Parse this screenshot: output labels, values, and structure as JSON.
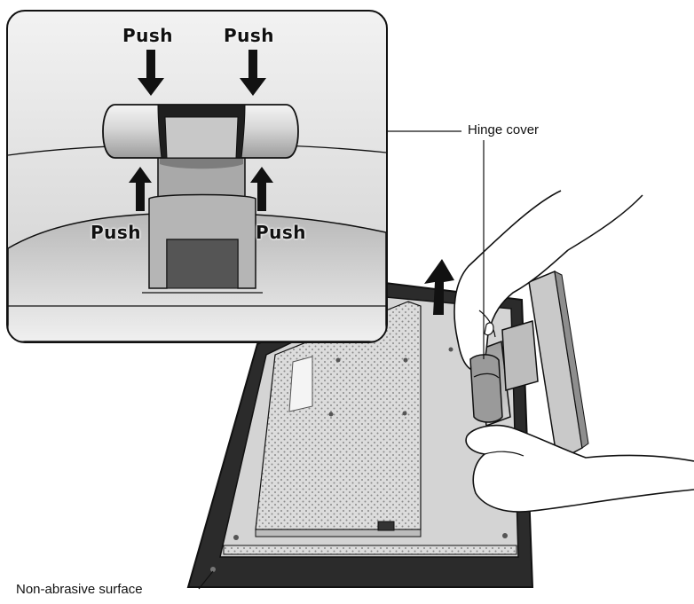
{
  "inset": {
    "push_labels": [
      "Push",
      "Push",
      "Push",
      "Push"
    ]
  },
  "callouts": {
    "hinge_cover": "Hinge cover",
    "surface": "Non-abrasive surface"
  },
  "colors": {
    "line": "#111111",
    "monitor_frame": "#2a2a2a",
    "panel_grey": "#cfcfcf",
    "inset_bg": "#e6e6e6"
  }
}
